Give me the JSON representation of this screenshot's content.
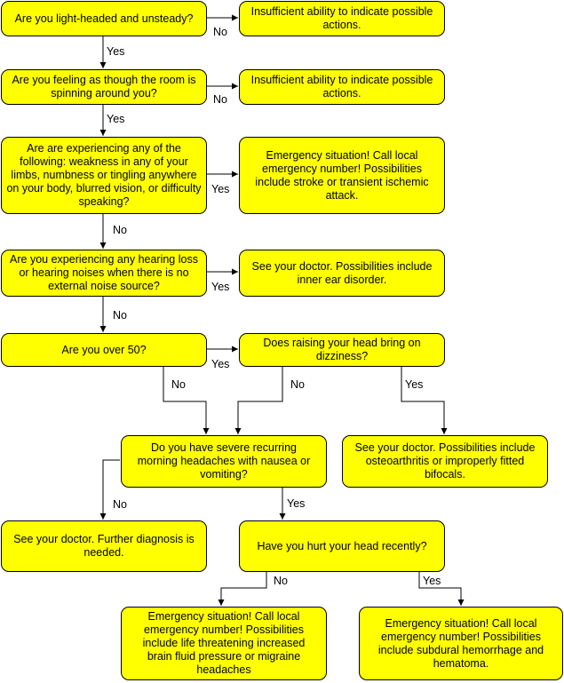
{
  "nodes": {
    "q_lightheaded": "Are you light-headed and unsteady?",
    "a_insufficient_1": "Insufficient ability to indicate possible actions.",
    "q_spinning": "Are you feeling as though the room is spinning around you?",
    "a_insufficient_2": "Insufficient ability to indicate possible actions.",
    "q_weakness": "Are are experiencing any of the following: weakness in any of your limbs, numbness or tingling anywhere on your body, blurred vision, or difficulty speaking?",
    "a_stroke": "Emergency situation! Call local emergency number! Possibilities include stroke or transient ischemic attack.",
    "q_hearing": "Are you experiencing any hearing loss or hearing noises when there is no external noise source?",
    "a_inner_ear": "See your doctor. Possibilities include inner ear disorder.",
    "q_over50": "Are you over 50?",
    "q_raising_head": "Does raising your head bring on dizziness?",
    "q_headaches": "Do you have severe recurring morning headaches with nausea or vomiting?",
    "a_osteoarthritis": "See your doctor. Possibilities include osteoarthritis or improperly fitted bifocals.",
    "a_further_diagnosis": "See your doctor. Further diagnosis is needed.",
    "q_hurt_head": "Have you hurt your head recently?",
    "a_brain_fluid": "Emergency situation! Call local emergency number! Possibilities include life threatening increased brain fluid pressure or migraine headaches",
    "a_hemorrhage": "Emergency situation! Call local emergency number! Possibilities include subdural hemorrhage and hematoma."
  },
  "edge_labels": {
    "yes": "Yes",
    "no": "No"
  },
  "colors": {
    "node_fill": "#ffff00",
    "node_border": "#000000",
    "line": "#000000"
  }
}
